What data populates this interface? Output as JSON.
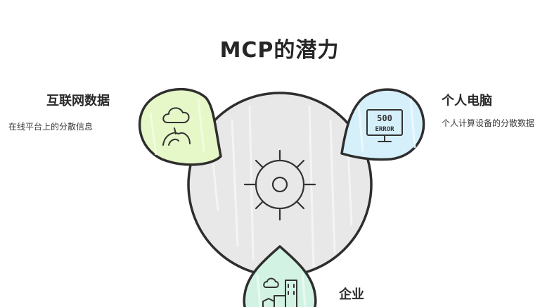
{
  "title": "MCP的潜力",
  "nodes": {
    "internet": {
      "title": "互联网数据",
      "desc": "在线平台上的分散信息",
      "icon": "cloud-hills-icon",
      "color": "#e6f8c8"
    },
    "pc": {
      "title": "个人电脑",
      "desc": "个人计算设备的分散数据",
      "icon": "computer-monitor-icon",
      "monitor_text": [
        "500",
        "ERROR"
      ],
      "color": "#d6f0fb"
    },
    "enterprise": {
      "title": "企业",
      "icon": "city-buildings-icon",
      "color": "#d2f3e4"
    }
  },
  "center": {
    "icon": "sun-gear-icon",
    "color": "#e8e8e8"
  }
}
